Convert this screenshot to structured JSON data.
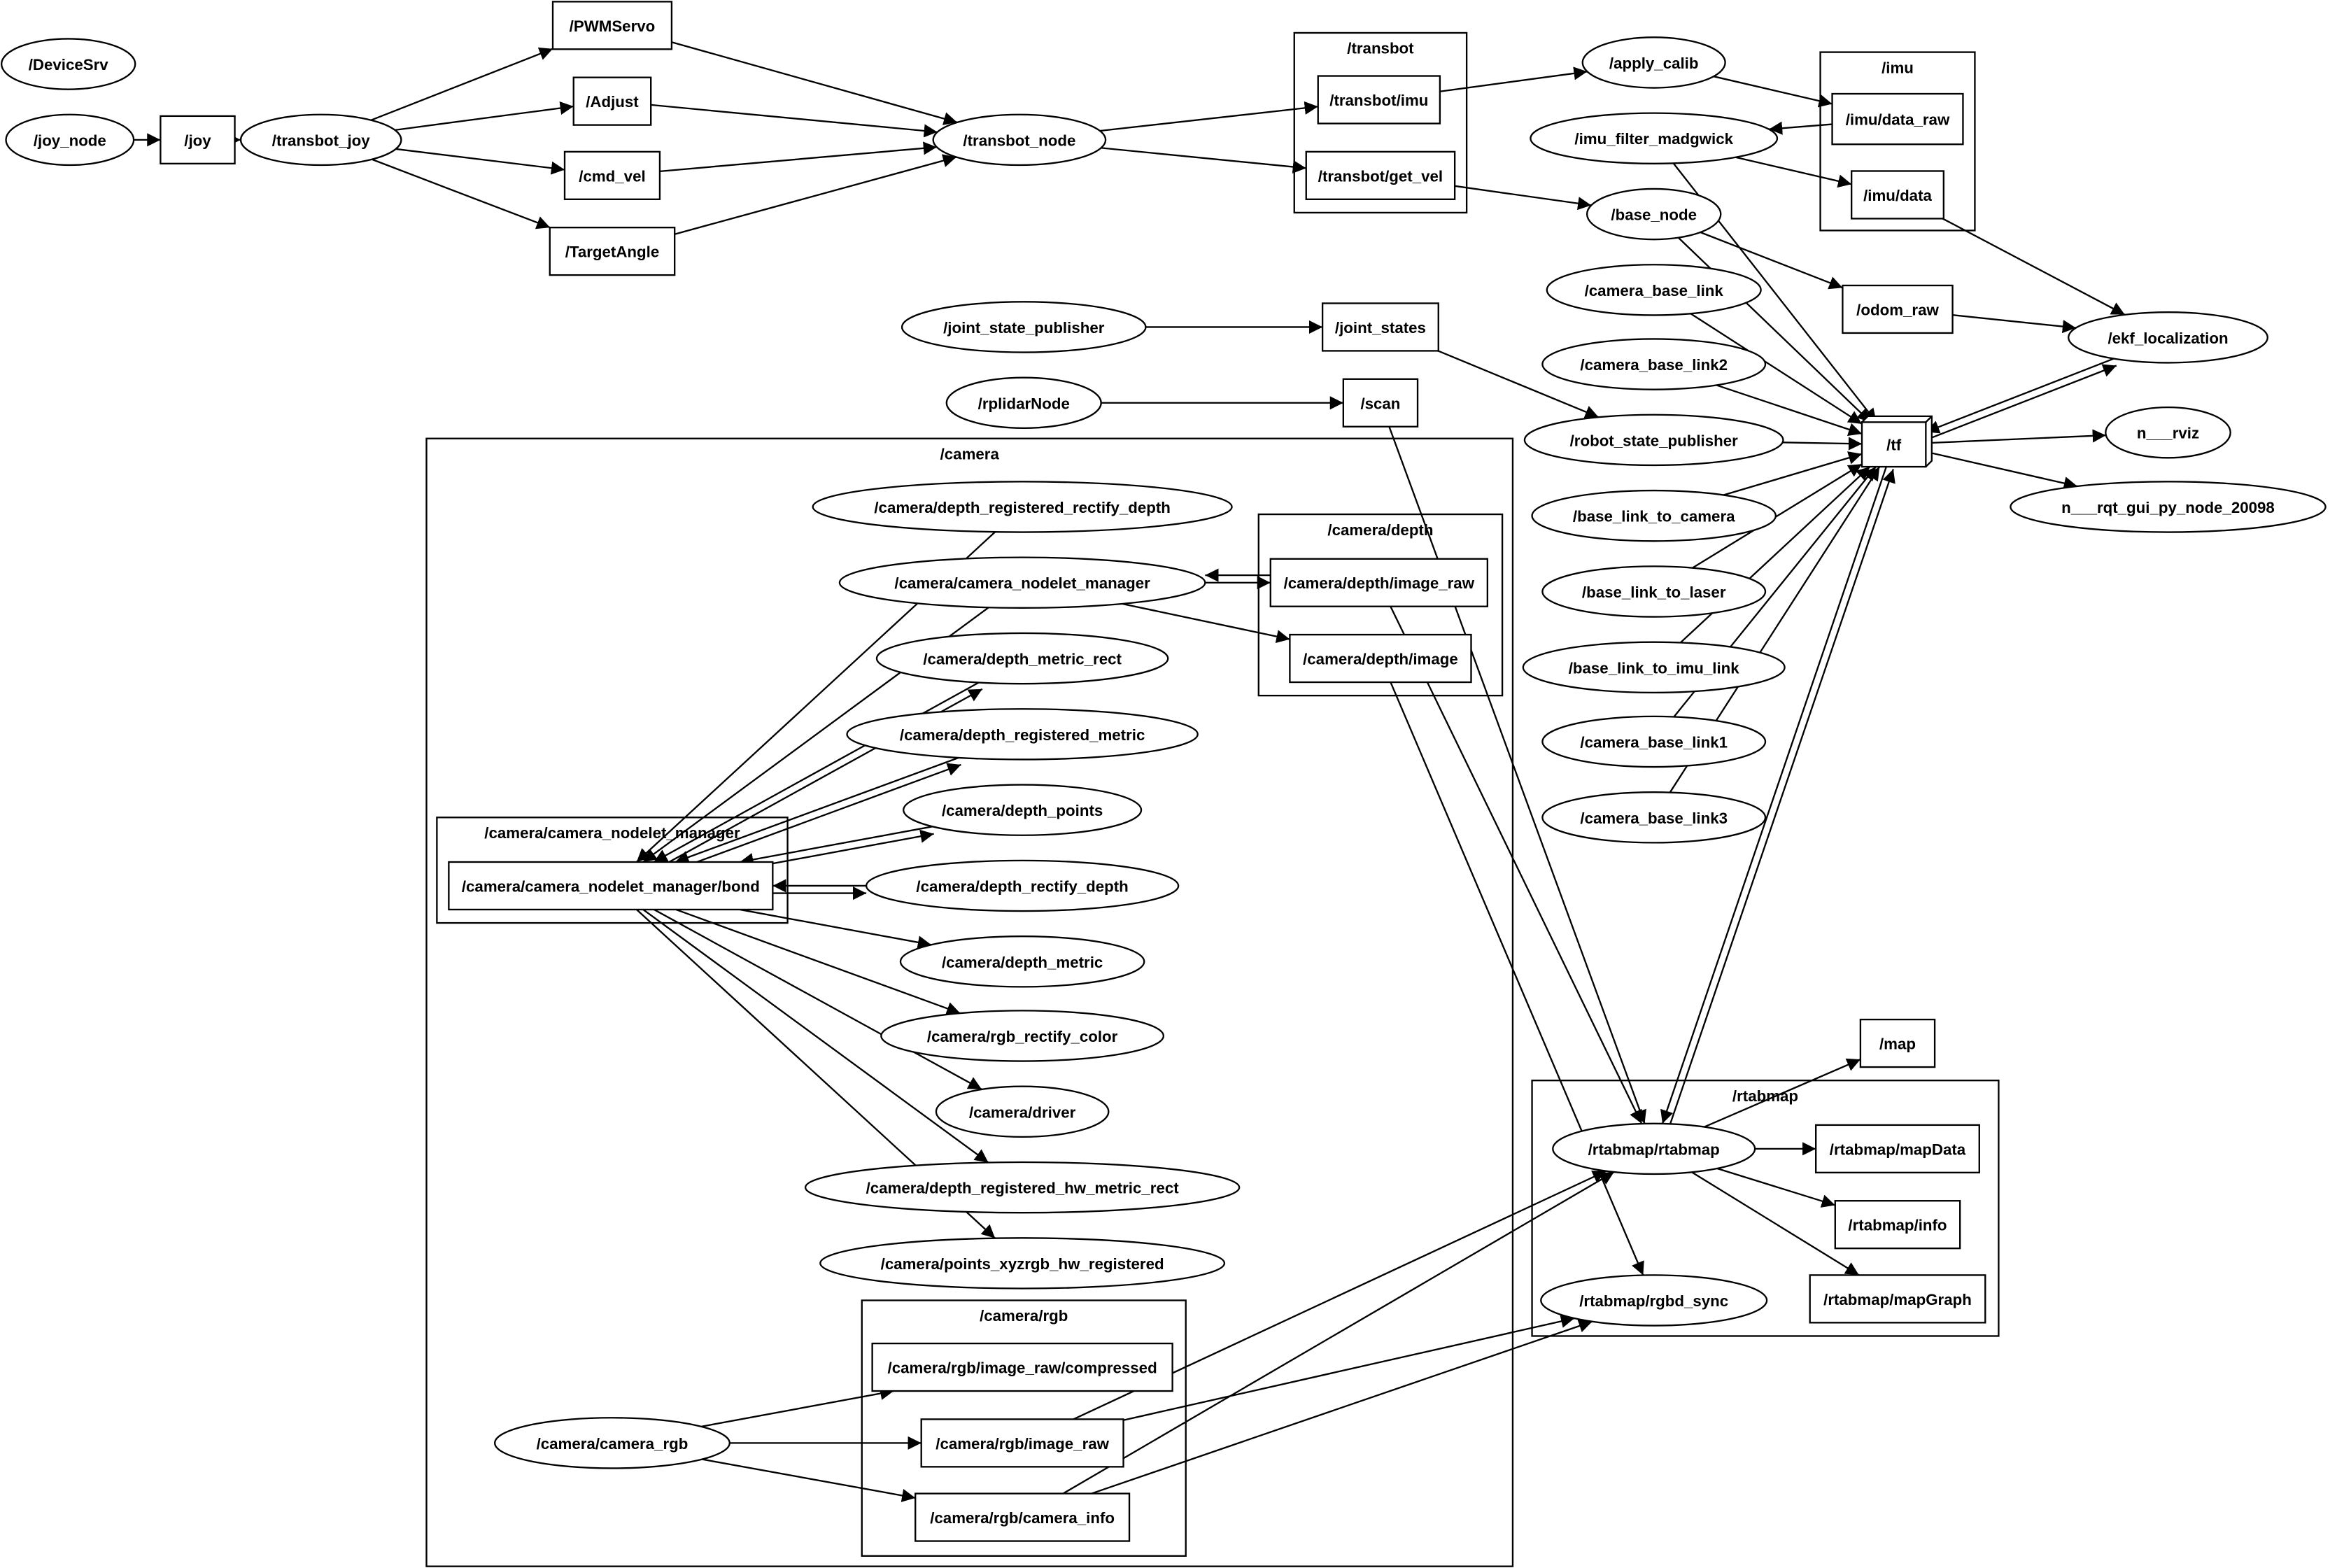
{
  "graph": {
    "clusters": [
      {
        "label": "/transbot"
      },
      {
        "label": "/imu"
      },
      {
        "label": "/camera"
      },
      {
        "label": "/camera/depth"
      },
      {
        "label": "/camera/camera_nodelet_manager"
      },
      {
        "label": "/camera/rgb"
      },
      {
        "label": "/rtabmap"
      }
    ],
    "nodes": [
      {
        "label": "/DeviceSrv",
        "shape": "ellipse"
      },
      {
        "label": "/joy_node",
        "shape": "ellipse"
      },
      {
        "label": "/transbot_joy",
        "shape": "ellipse"
      },
      {
        "label": "/transbot_node",
        "shape": "ellipse"
      },
      {
        "label": "/apply_calib",
        "shape": "ellipse"
      },
      {
        "label": "/imu_filter_madgwick",
        "shape": "ellipse"
      },
      {
        "label": "/base_node",
        "shape": "ellipse"
      },
      {
        "label": "/camera_base_link",
        "shape": "ellipse"
      },
      {
        "label": "/camera_base_link2",
        "shape": "ellipse"
      },
      {
        "label": "/robot_state_publisher",
        "shape": "ellipse"
      },
      {
        "label": "/base_link_to_camera",
        "shape": "ellipse"
      },
      {
        "label": "/base_link_to_laser",
        "shape": "ellipse"
      },
      {
        "label": "/base_link_to_imu_link",
        "shape": "ellipse"
      },
      {
        "label": "/camera_base_link1",
        "shape": "ellipse"
      },
      {
        "label": "/camera_base_link3",
        "shape": "ellipse"
      },
      {
        "label": "/ekf_localization",
        "shape": "ellipse"
      },
      {
        "label": "n___rviz",
        "shape": "ellipse"
      },
      {
        "label": "n___rqt_gui_py_node_20098",
        "shape": "ellipse"
      },
      {
        "label": "/joint_state_publisher",
        "shape": "ellipse"
      },
      {
        "label": "/rplidarNode",
        "shape": "ellipse"
      },
      {
        "label": "/camera/depth_registered_rectify_depth",
        "shape": "ellipse"
      },
      {
        "label": "/camera/camera_nodelet_manager",
        "shape": "ellipse"
      },
      {
        "label": "/camera/depth_metric_rect",
        "shape": "ellipse"
      },
      {
        "label": "/camera/depth_registered_metric",
        "shape": "ellipse"
      },
      {
        "label": "/camera/depth_points",
        "shape": "ellipse"
      },
      {
        "label": "/camera/depth_rectify_depth",
        "shape": "ellipse"
      },
      {
        "label": "/camera/depth_metric",
        "shape": "ellipse"
      },
      {
        "label": "/camera/rgb_rectify_color",
        "shape": "ellipse"
      },
      {
        "label": "/camera/driver",
        "shape": "ellipse"
      },
      {
        "label": "/camera/depth_registered_hw_metric_rect",
        "shape": "ellipse"
      },
      {
        "label": "/camera/points_xyzrgb_hw_registered",
        "shape": "ellipse"
      },
      {
        "label": "/camera/camera_rgb",
        "shape": "ellipse"
      },
      {
        "label": "/rtabmap/rtabmap",
        "shape": "ellipse"
      },
      {
        "label": "/rtabmap/rgbd_sync",
        "shape": "ellipse"
      },
      {
        "label": "/joy",
        "shape": "box"
      },
      {
        "label": "/PWMServo",
        "shape": "box"
      },
      {
        "label": "/Adjust",
        "shape": "box"
      },
      {
        "label": "/cmd_vel",
        "shape": "box"
      },
      {
        "label": "/TargetAngle",
        "shape": "box"
      },
      {
        "label": "/transbot/imu",
        "shape": "box"
      },
      {
        "label": "/transbot/get_vel",
        "shape": "box"
      },
      {
        "label": "/imu/data_raw",
        "shape": "box"
      },
      {
        "label": "/imu/data",
        "shape": "box"
      },
      {
        "label": "/odom_raw",
        "shape": "box"
      },
      {
        "label": "/tf",
        "shape": "box3d"
      },
      {
        "label": "/joint_states",
        "shape": "box"
      },
      {
        "label": "/scan",
        "shape": "box"
      },
      {
        "label": "/camera/depth/image_raw",
        "shape": "box"
      },
      {
        "label": "/camera/depth/image",
        "shape": "box"
      },
      {
        "label": "/camera/camera_nodelet_manager/bond",
        "shape": "box"
      },
      {
        "label": "/map",
        "shape": "box"
      },
      {
        "label": "/rtabmap/mapData",
        "shape": "box"
      },
      {
        "label": "/rtabmap/info",
        "shape": "box"
      },
      {
        "label": "/rtabmap/mapGraph",
        "shape": "box"
      },
      {
        "label": "/camera/rgb/image_raw/compressed",
        "shape": "box"
      },
      {
        "label": "/camera/rgb/image_raw",
        "shape": "box"
      },
      {
        "label": "/camera/rgb/camera_info",
        "shape": "box"
      }
    ],
    "edges": [
      [
        "/joy_node",
        "/joy"
      ],
      [
        "/joy",
        "/transbot_joy"
      ],
      [
        "/transbot_joy",
        "/PWMServo"
      ],
      [
        "/transbot_joy",
        "/Adjust"
      ],
      [
        "/transbot_joy",
        "/cmd_vel"
      ],
      [
        "/transbot_joy",
        "/TargetAngle"
      ],
      [
        "/PWMServo",
        "/transbot_node"
      ],
      [
        "/Adjust",
        "/transbot_node"
      ],
      [
        "/cmd_vel",
        "/transbot_node"
      ],
      [
        "/TargetAngle",
        "/transbot_node"
      ],
      [
        "/transbot_node",
        "/transbot/imu"
      ],
      [
        "/transbot_node",
        "/transbot/get_vel"
      ],
      [
        "/transbot/imu",
        "/apply_calib"
      ],
      [
        "/apply_calib",
        "/imu/data_raw"
      ],
      [
        "/imu/data_raw",
        "/imu_filter_madgwick"
      ],
      [
        "/imu_filter_madgwick",
        "/imu/data"
      ],
      [
        "/imu/data",
        "/ekf_localization"
      ],
      [
        "/transbot/get_vel",
        "/base_node"
      ],
      [
        "/base_node",
        "/odom_raw"
      ],
      [
        "/odom_raw",
        "/ekf_localization"
      ],
      [
        "/base_node",
        "/tf"
      ],
      [
        "/imu_filter_madgwick",
        "/tf"
      ],
      [
        "/ekf_localization",
        "/tf"
      ],
      [
        "/tf",
        "/ekf_localization"
      ],
      [
        "/camera_base_link",
        "/tf"
      ],
      [
        "/camera_base_link2",
        "/tf"
      ],
      [
        "/robot_state_publisher",
        "/tf"
      ],
      [
        "/base_link_to_camera",
        "/tf"
      ],
      [
        "/base_link_to_laser",
        "/tf"
      ],
      [
        "/base_link_to_imu_link",
        "/tf"
      ],
      [
        "/camera_base_link1",
        "/tf"
      ],
      [
        "/camera_base_link3",
        "/tf"
      ],
      [
        "/tf",
        "n___rviz"
      ],
      [
        "/tf",
        "n___rqt_gui_py_node_20098"
      ],
      [
        "/joint_state_publisher",
        "/joint_states"
      ],
      [
        "/joint_states",
        "/robot_state_publisher"
      ],
      [
        "/rplidarNode",
        "/scan"
      ],
      [
        "/scan",
        "/rtabmap/rtabmap"
      ],
      [
        "/tf",
        "/rtabmap/rtabmap"
      ],
      [
        "/rtabmap/rtabmap",
        "/tf"
      ],
      [
        "/rtabmap/rtabmap",
        "/map"
      ],
      [
        "/rtabmap/rtabmap",
        "/rtabmap/mapData"
      ],
      [
        "/rtabmap/rtabmap",
        "/rtabmap/info"
      ],
      [
        "/rtabmap/rtabmap",
        "/rtabmap/mapGraph"
      ],
      [
        "/camera/camera_nodelet_manager",
        "/camera/depth/image_raw"
      ],
      [
        "/camera/depth/image_raw",
        "/camera/camera_nodelet_manager"
      ],
      [
        "/camera/camera_nodelet_manager",
        "/camera/depth/image"
      ],
      [
        "/camera/depth/image_raw",
        "/rtabmap/rtabmap"
      ],
      [
        "/camera/depth/image",
        "/rtabmap/rgbd_sync"
      ],
      [
        "/camera/depth_registered_rectify_depth",
        "/camera/camera_nodelet_manager/bond"
      ],
      [
        "/camera/camera_nodelet_manager",
        "/camera/camera_nodelet_manager/bond"
      ],
      [
        "/camera/depth_metric_rect",
        "/camera/camera_nodelet_manager/bond"
      ],
      [
        "/camera/camera_nodelet_manager/bond",
        "/camera/depth_metric_rect"
      ],
      [
        "/camera/depth_registered_metric",
        "/camera/camera_nodelet_manager/bond"
      ],
      [
        "/camera/camera_nodelet_manager/bond",
        "/camera/depth_registered_metric"
      ],
      [
        "/camera/depth_points",
        "/camera/camera_nodelet_manager/bond"
      ],
      [
        "/camera/camera_nodelet_manager/bond",
        "/camera/depth_points"
      ],
      [
        "/camera/depth_rectify_depth",
        "/camera/camera_nodelet_manager/bond"
      ],
      [
        "/camera/camera_nodelet_manager/bond",
        "/camera/depth_rectify_depth"
      ],
      [
        "/camera/camera_nodelet_manager/bond",
        "/camera/depth_metric"
      ],
      [
        "/camera/camera_nodelet_manager/bond",
        "/camera/rgb_rectify_color"
      ],
      [
        "/camera/camera_nodelet_manager/bond",
        "/camera/driver"
      ],
      [
        "/camera/camera_nodelet_manager/bond",
        "/camera/depth_registered_hw_metric_rect"
      ],
      [
        "/camera/camera_nodelet_manager/bond",
        "/camera/points_xyzrgb_hw_registered"
      ],
      [
        "/camera/camera_rgb",
        "/camera/rgb/image_raw/compressed"
      ],
      [
        "/camera/camera_rgb",
        "/camera/rgb/image_raw"
      ],
      [
        "/camera/camera_rgb",
        "/camera/rgb/camera_info"
      ],
      [
        "/camera/rgb/image_raw",
        "/rtabmap/rtabmap"
      ],
      [
        "/camera/rgb/image_raw",
        "/rtabmap/rgbd_sync"
      ],
      [
        "/camera/rgb/camera_info",
        "/rtabmap/rtabmap"
      ],
      [
        "/camera/rgb/camera_info",
        "/rtabmap/rgbd_sync"
      ]
    ]
  }
}
